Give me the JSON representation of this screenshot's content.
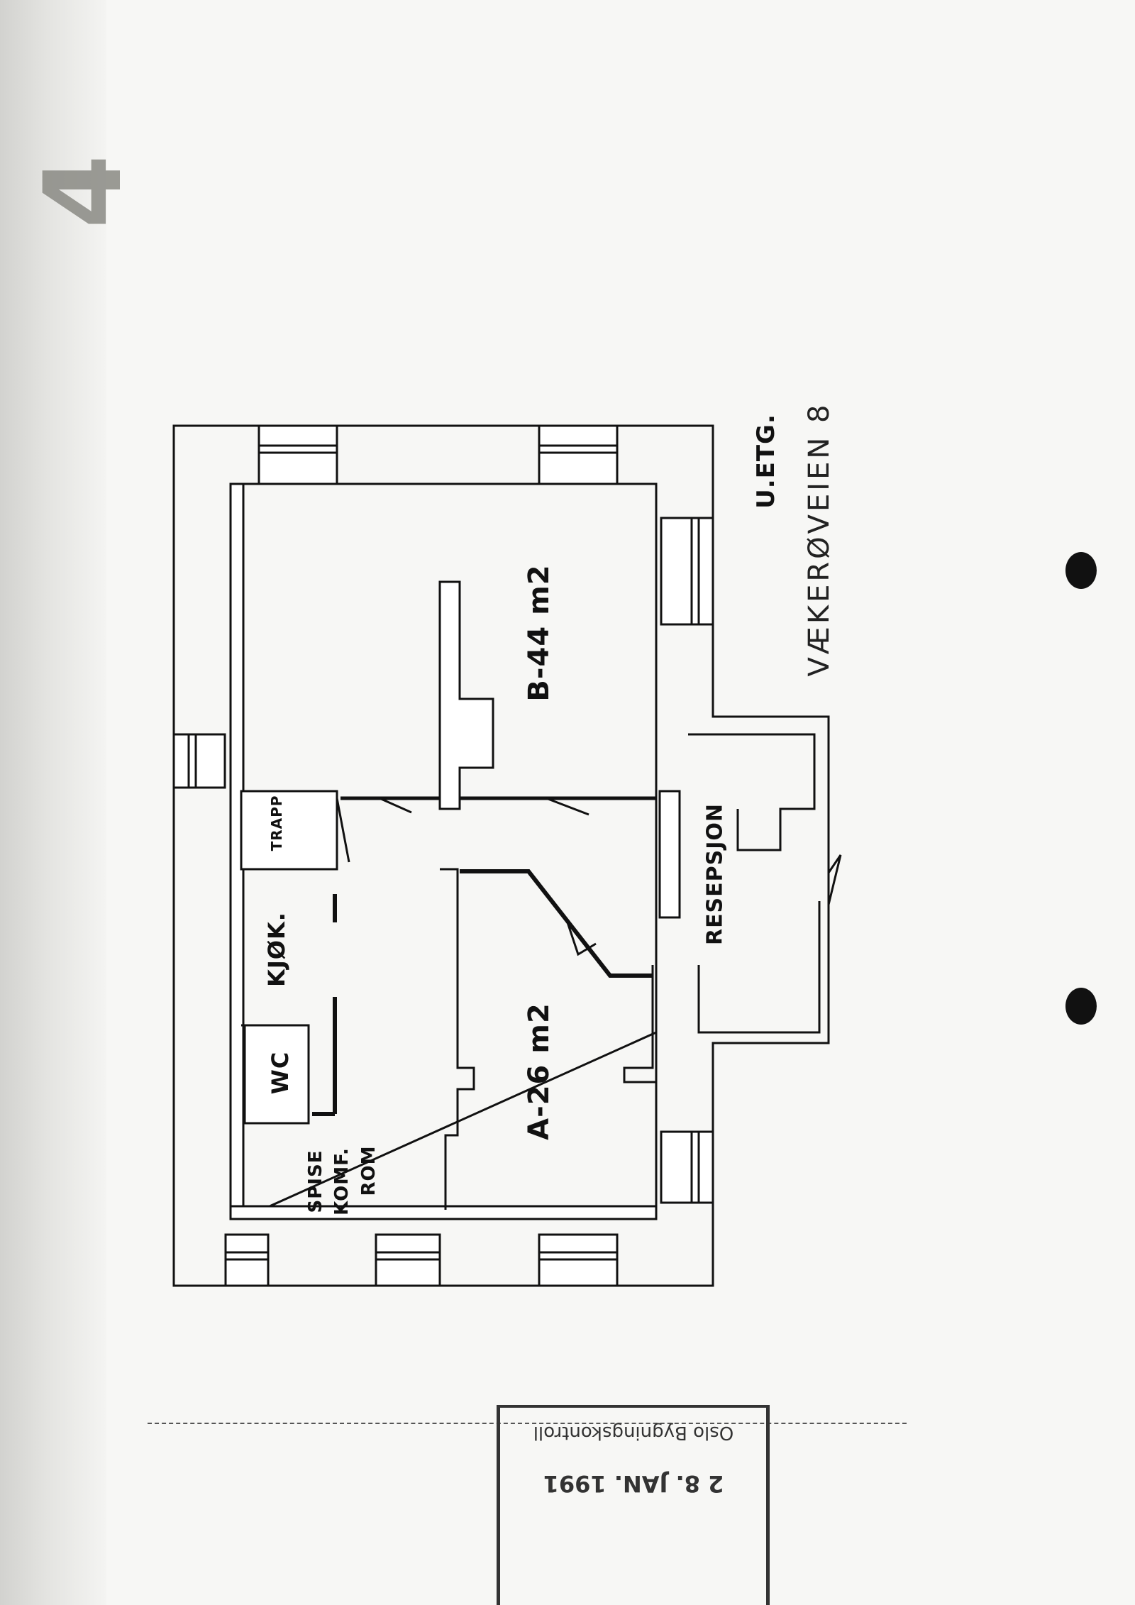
{
  "page": {
    "number": "4"
  },
  "plan": {
    "rooms": {
      "b": "B-44 m2",
      "a": "A-26 m2",
      "resepsjon": "RESEPSJON",
      "trapp": "TRAPP",
      "kjokken": "KJØK.",
      "wc": "WC",
      "spise_line1": "SPISE",
      "spise_line2": "KOMF.",
      "spise_line3": "ROM"
    },
    "floor": "U.ETG.",
    "address": "VÆKERØVEIEN 8"
  },
  "stamp": {
    "office": "Oslo Bygningskontroll",
    "date": "2 8. JAN. 1991"
  }
}
